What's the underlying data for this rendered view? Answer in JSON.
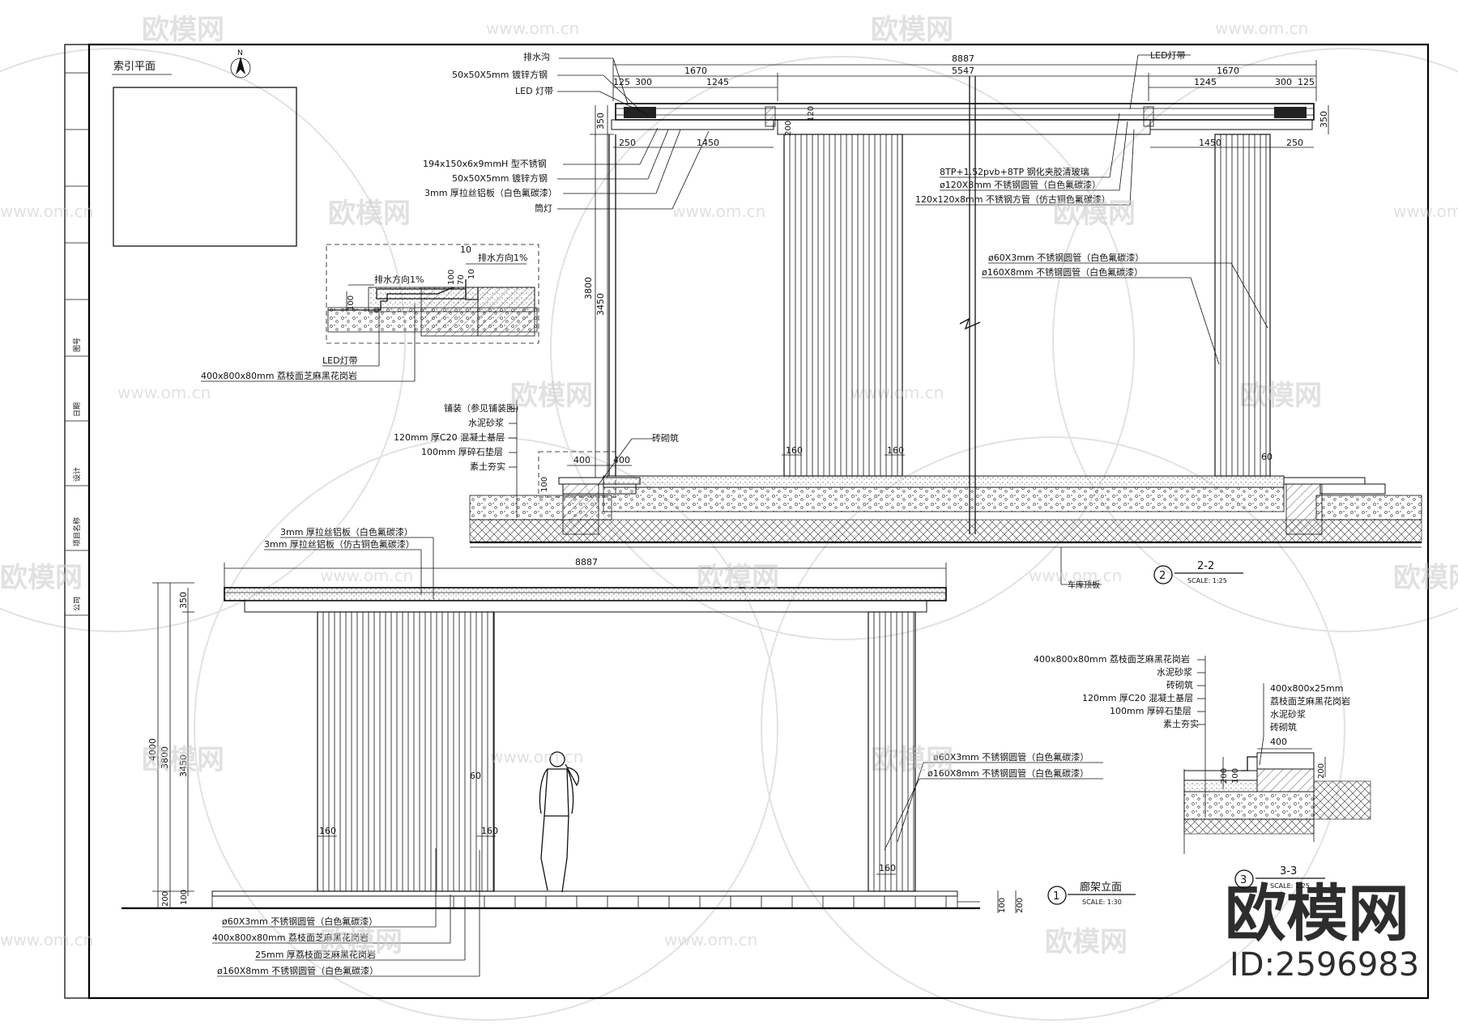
{
  "watermark": {
    "brand": "欧模网",
    "url": "www.om.cn",
    "id": "ID:2596983"
  },
  "index_plan": {
    "title": "索引平面",
    "north": "N"
  },
  "section_2_2": {
    "number": "2",
    "title": "2-2",
    "scale": "SCALE:  1:25",
    "dims_top": [
      "8887",
      "5547",
      "1670",
      "1245",
      "125",
      "300",
      "1670",
      "1245",
      "300",
      "125"
    ],
    "dims_under": [
      "250",
      "1450",
      "1450",
      "250"
    ],
    "dims_left": [
      "350",
      "3800",
      "3450"
    ],
    "dims_mid": [
      "200",
      "120"
    ],
    "dims_right": [
      "350"
    ],
    "dims_bottom": [
      "400",
      "400",
      "160",
      "160",
      "60",
      "100"
    ],
    "labels_left": [
      "排水沟",
      "50x50X5mm 镀锌方钢",
      "LED 灯带",
      "194x150x6x9mmH 型不锈钢",
      "50x50X5mm 镀锌方钢",
      "3mm 厚拉丝铝板（白色氟碳漆）",
      "筒灯"
    ],
    "labels_right_top": [
      "LED灯带",
      "8TP+1.52pvb+8TP 钢化夹胶清玻璃",
      "ø120X8mm 不锈钢圆管（白色氟碳漆）",
      "120x120x8mm 不锈钢方管（仿古铜色氟碳漆）"
    ],
    "labels_right_mid": [
      "ø60X3mm 不锈钢圆管（白色氟碳漆）",
      "ø160X8mm 不锈钢圆管（白色氟碳漆）"
    ],
    "labels_ground": [
      "铺装（参见铺装图）",
      "水泥砂浆",
      "120mm 厚C20 混凝土基层",
      "100mm 厚碎石垫层",
      "素土夯实"
    ],
    "label_brick": "砖砌筑",
    "label_roof": "车库顶板"
  },
  "detail_drain": {
    "labels": [
      "排水方向1%",
      "排水方向1%",
      "LED灯带",
      "400x800x80mm 荔枝面芝麻黑花岗岩"
    ],
    "dims": [
      "10",
      "10",
      "70",
      "100",
      "100"
    ]
  },
  "elevation_1": {
    "number": "1",
    "title": "廊架立面",
    "scale": "SCALE:  1:30",
    "dims_top": [
      "8887"
    ],
    "dims_left": [
      "4000",
      "3800",
      "3450",
      "350",
      "200",
      "100"
    ],
    "dims_right": [
      "100",
      "200"
    ],
    "dims_inner": [
      "160",
      "60",
      "160",
      "160"
    ],
    "labels_top": [
      "3mm 厚拉丝铝板（白色氟碳漆）",
      "3mm 厚拉丝铝板（仿古铜色氟碳漆）"
    ],
    "labels_right": [
      "ø60X3mm 不锈钢圆管（白色氟碳漆）",
      "ø160X8mm 不锈钢圆管（白色氟碳漆）"
    ],
    "labels_bottom": [
      "ø60X3mm 不锈钢圆管（白色氟碳漆）",
      "400x800x80mm 荔枝面芝麻黑花岗岩",
      "25mm 厚荔枝面芝麻黑花岗岩",
      "ø160X8mm 不锈钢圆管（白色氟碳漆）"
    ]
  },
  "section_3_3": {
    "number": "3",
    "title": "3-3",
    "scale": "SCALE:  1:25",
    "labels_left": [
      "400x800x80mm 荔枝面芝麻黑花岗岩",
      "水泥砂浆",
      "砖砌筑",
      "120mm 厚C20 混凝土基层",
      "100mm 厚碎石垫层",
      "素土夯实"
    ],
    "labels_right": [
      "400x800x25mm",
      "荔枝面芝麻黑花岗岩",
      "水泥砂浆",
      "砖砌筑"
    ],
    "dims": [
      "400",
      "200",
      "100",
      "200"
    ]
  },
  "title_block": {
    "items": [
      "公司",
      "项目名称",
      "设计",
      "日期",
      "图号"
    ]
  }
}
